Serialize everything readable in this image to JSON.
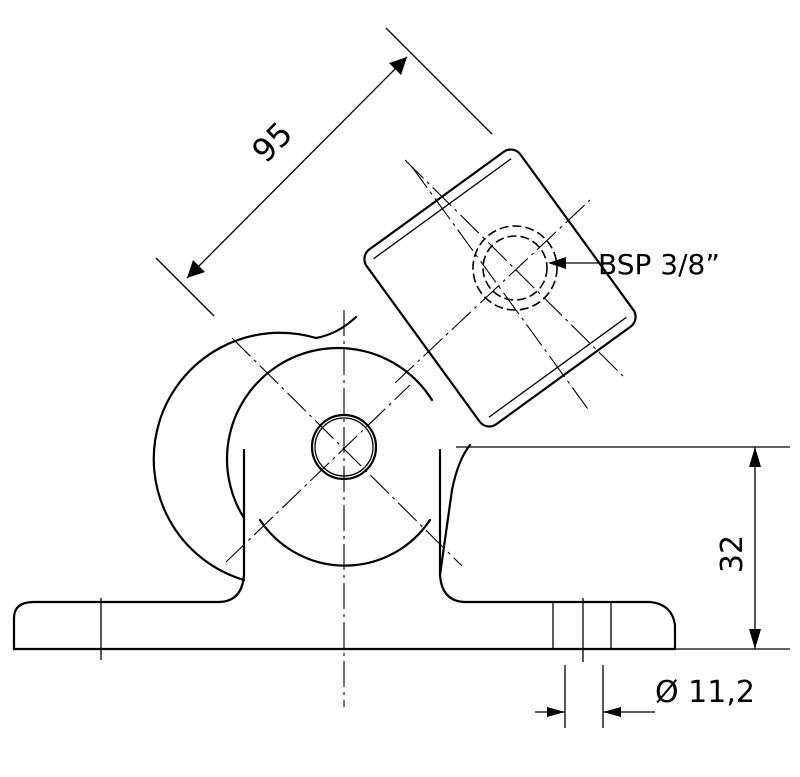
{
  "drawing": {
    "dimensions": {
      "angled_length": "95",
      "height": "32",
      "hole_diameter": "Ø 11,2"
    },
    "callouts": {
      "thread": "BSP 3/8”"
    }
  }
}
